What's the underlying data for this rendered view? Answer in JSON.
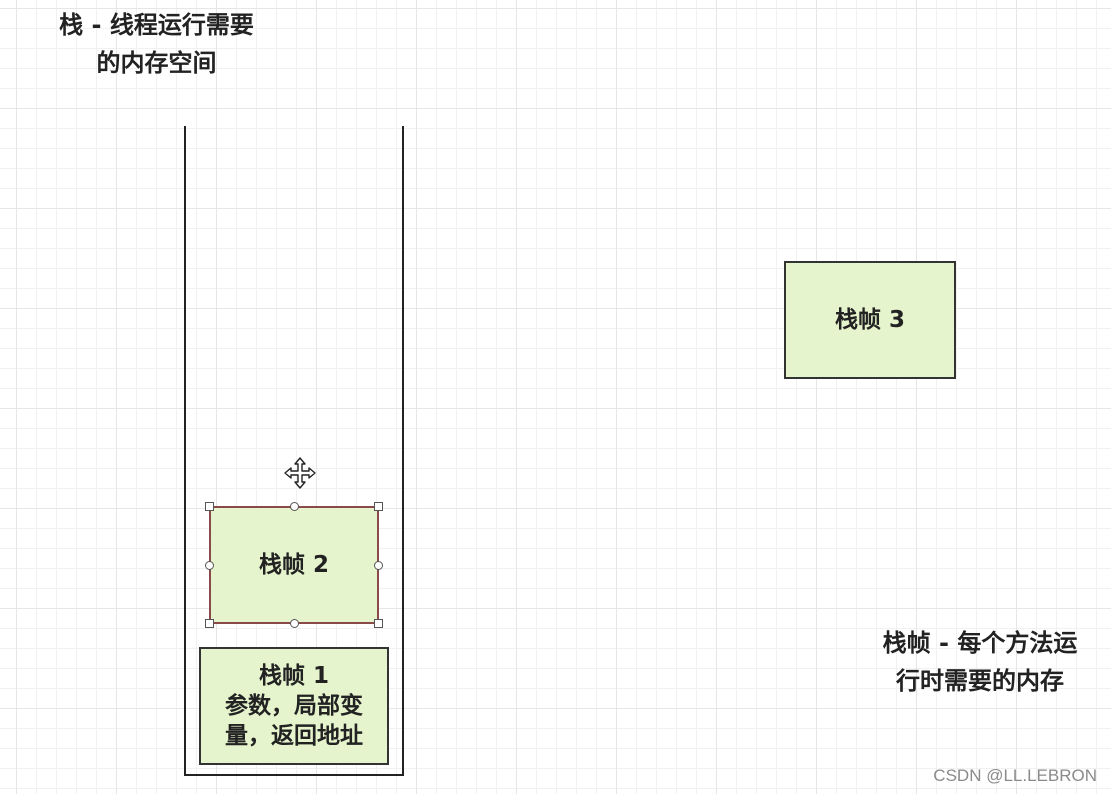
{
  "stack_label": {
    "line1": "栈 - 线程运行需要",
    "line2": "的内存空间"
  },
  "frame_label": {
    "line1": "栈帧 - 每个方法运",
    "line2": "行时需要的内存"
  },
  "frames": [
    {
      "title": "栈帧 1",
      "line2": "参数，局部变",
      "line3": "量，返回地址"
    },
    {
      "title": "栈帧 2"
    },
    {
      "title": "栈帧 3"
    }
  ],
  "watermark": "CSDN @LL.LEBRON",
  "colors": {
    "frame_fill": "#e6f4cd",
    "frame_border": "#333333",
    "selected_border": "#8b4a4a",
    "grid": "#e6e6e6"
  },
  "icons": {
    "cursor": "move-cursor-icon"
  }
}
